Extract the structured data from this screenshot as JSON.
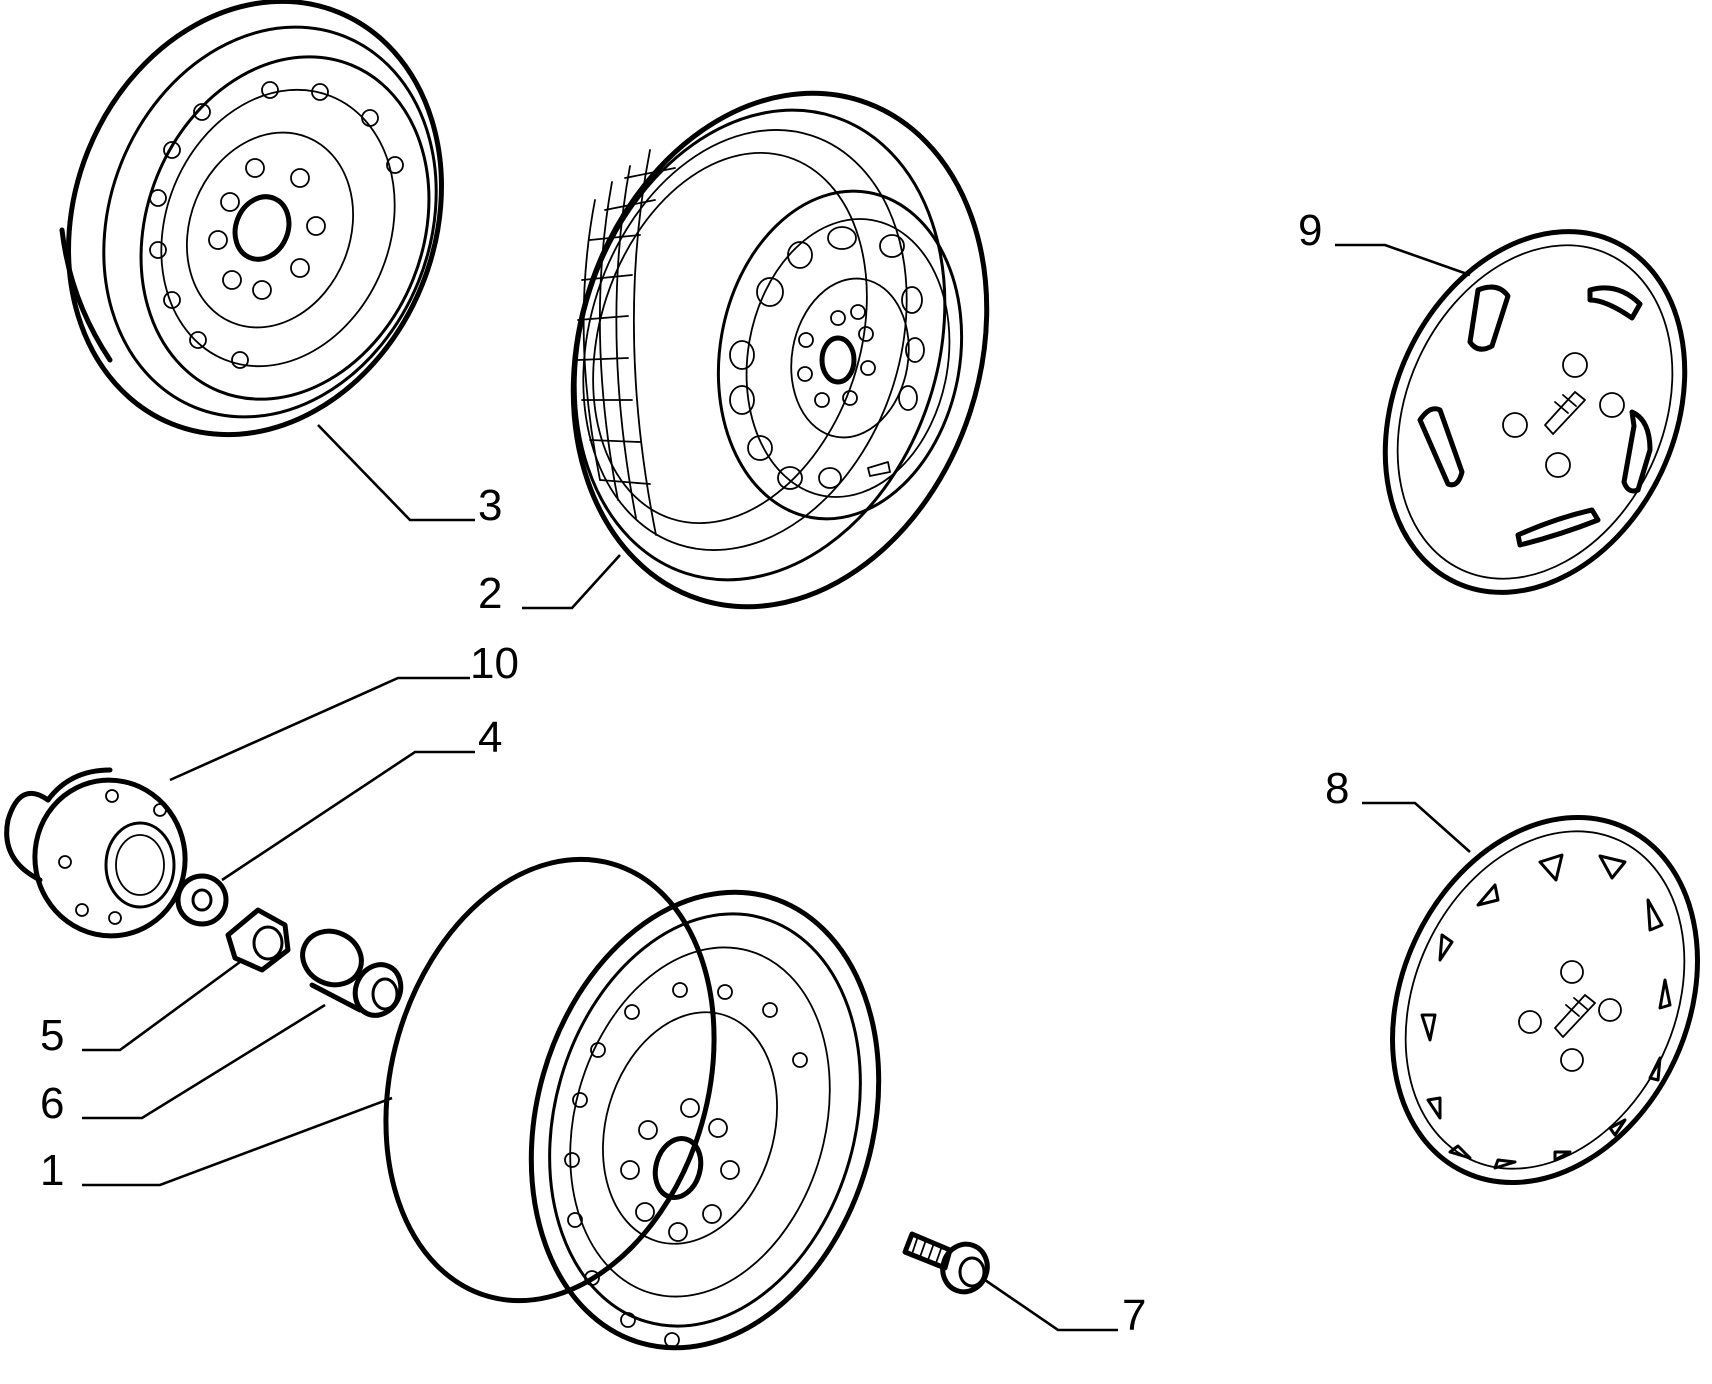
{
  "diagram": {
    "parts": [
      {
        "id": "1",
        "label": "1",
        "icon": "steel-wheel-rim-icon"
      },
      {
        "id": "2",
        "label": "2",
        "icon": "wheel-with-tyre-icon"
      },
      {
        "id": "3",
        "label": "3",
        "icon": "steel-wheel-rim-icon"
      },
      {
        "id": "4",
        "label": "4",
        "icon": "washer-icon"
      },
      {
        "id": "5",
        "label": "5",
        "icon": "wheel-nut-icon"
      },
      {
        "id": "6",
        "label": "6",
        "icon": "locking-nut-icon"
      },
      {
        "id": "7",
        "label": "7",
        "icon": "wheel-bolt-icon"
      },
      {
        "id": "8",
        "label": "8",
        "icon": "hubcap-icon"
      },
      {
        "id": "9",
        "label": "9",
        "icon": "hubcap-icon"
      },
      {
        "id": "10",
        "label": "10",
        "icon": "wheel-hub-icon"
      }
    ]
  }
}
